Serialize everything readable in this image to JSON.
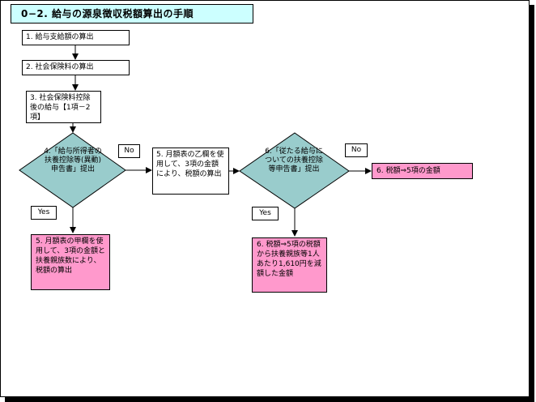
{
  "title": "0−2. 給与の源泉徴収税額算出の手順",
  "steps": {
    "s1": "1. 給与支給額の算出",
    "s2": "2. 社会保険料の算出",
    "s3": "3. 社会保険料控除後の給与【1項－2項】",
    "d4": "4.「給与所得者の扶養控除等(異動)申告書」提出",
    "s5b": "5. 月額表の乙欄を使用して、3項の金額により、税額の算出",
    "s5a": "5. 月額表の甲欄を使用して、3項の金額と扶養親族数により、税額の算出",
    "d6": "6.「従たる給与についての扶養控除等申告書」提出",
    "s6no": "6. 税額⇒5項の金額",
    "s6yes": "6. 税額⇒5項の税額から扶養親族等1人あたり1,610円を減額した金額"
  },
  "labels": {
    "no": "No",
    "yes": "Yes"
  },
  "colors": {
    "title_bg": "#ccffff",
    "diamond": "#99cccc",
    "result": "#ff99cc"
  }
}
